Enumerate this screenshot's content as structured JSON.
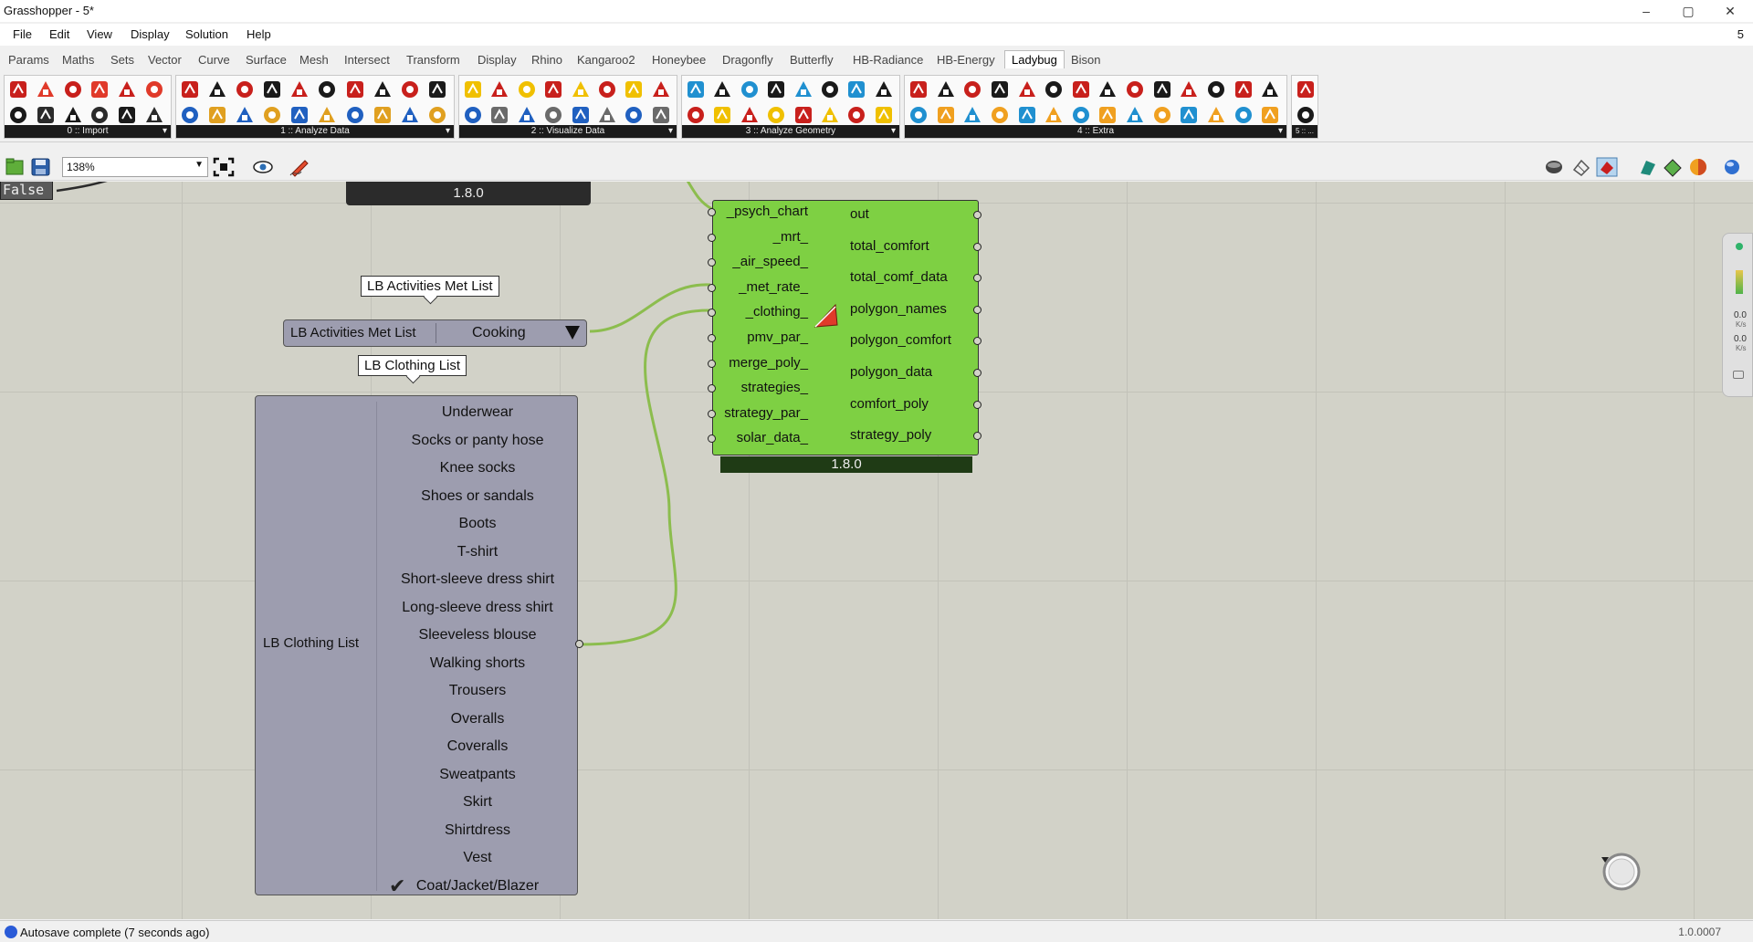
{
  "window": {
    "title": "Grasshopper - 5*",
    "minimize": "–",
    "maximize": "▢",
    "close": "✕"
  },
  "menu": {
    "items": [
      "File",
      "Edit",
      "View",
      "Display",
      "Solution",
      "Help"
    ],
    "right_value": "5"
  },
  "tabs": {
    "items": [
      "Params",
      "Maths",
      "Sets",
      "Vector",
      "Curve",
      "Surface",
      "Mesh",
      "Intersect",
      "Transform",
      "Display",
      "Rhino",
      "Kangaroo2",
      "Honeybee",
      "Dragonfly",
      "Butterfly",
      "HB-Radiance",
      "HB-Energy",
      "Ladybug",
      "Bison"
    ],
    "active": "Ladybug"
  },
  "ribbon": {
    "groups": [
      "0 :: Import",
      "1 :: Analyze Data",
      "2 :: Visualize Data",
      "3 :: Analyze Geometry",
      "4 :: Extra",
      "5 :: ..."
    ],
    "expand_glyph": "▾"
  },
  "canvas_toolbar": {
    "zoom": "138%"
  },
  "canvas": {
    "false_value": "False",
    "top_version": "1.8.0",
    "activities_tag": "LB Activities Met List",
    "activities_list": {
      "name": "LB Activities Met List",
      "selected": "Cooking"
    },
    "clothing_tag": "LB Clothing List",
    "clothing_list": {
      "name": "LB Clothing List",
      "items": [
        "Underwear",
        "Socks or panty hose",
        "Knee socks",
        "Shoes or sandals",
        "Boots",
        "T-shirt",
        "Short-sleeve dress shirt",
        "Long-sleeve dress shirt",
        "Sleeveless blouse",
        "Walking shorts",
        "Trousers",
        "Overalls",
        "Coveralls",
        "Sweatpants",
        "Skirt",
        "Shirtdress",
        "Vest",
        "Coat/Jacket/Blazer"
      ],
      "checked": "Coat/Jacket/Blazer",
      "check_glyph": "✔"
    },
    "component": {
      "inputs": [
        "_psych_chart",
        "_mrt_",
        "_air_speed_",
        "_met_rate_",
        "_clothing_",
        "pmv_par_",
        "merge_poly_",
        "strategies_",
        "strategy_par_",
        "solar_data_"
      ],
      "outputs": [
        "out",
        "total_comfort",
        "total_comf_data",
        "polygon_names",
        "polygon_comfort",
        "polygon_data",
        "comfort_poly",
        "strategy_poly"
      ],
      "version": "1.8.0"
    }
  },
  "side_panel": {
    "value1": "0.0",
    "unit1": "K/s",
    "value2": "0.0",
    "unit2": "K/s"
  },
  "status": {
    "message": "Autosave complete (7 seconds ago)",
    "version": "1.0.0007"
  },
  "colors": {
    "component_green": "#7ed043",
    "canvas": "#d2d2c8",
    "wire": "#8cbd4e",
    "list_bg": "#9d9daf"
  }
}
